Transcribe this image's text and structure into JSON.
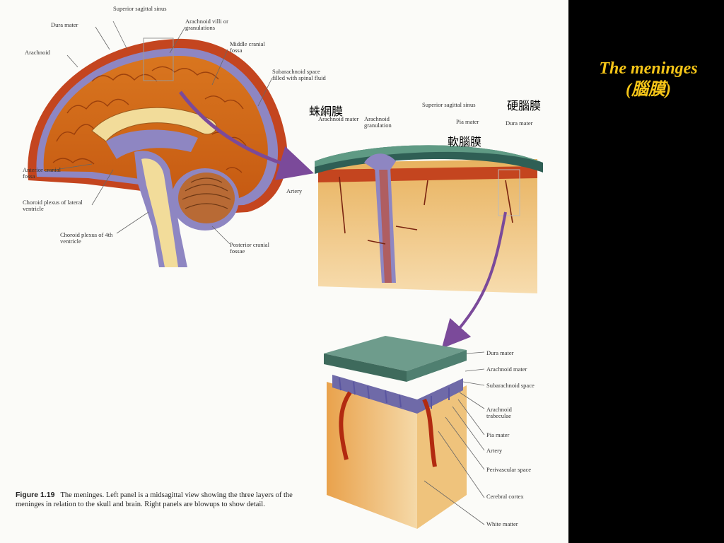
{
  "slide": {
    "title": "The meninges",
    "subtitle": "(腦膜)",
    "title_color": "#f5c518",
    "background": "#000000"
  },
  "overlay_labels": {
    "arachnoid_zh": "蛛網膜",
    "dura_zh": "硬腦膜",
    "pia_zh": "軟腦膜"
  },
  "figure": {
    "caption_number": "Figure 1.19",
    "caption_text": "The meninges. Left panel is a midsagittal view showing the three layers of the meninges in relation to the skull and brain. Right panels are blowups to show detail.",
    "left_panel": {
      "superior_sagittal_sinus": "Superior sagittal sinus",
      "dura_mater": "Dura mater",
      "arachnoid_villi": "Arachnoid villi or granulations",
      "arachnoid": "Arachnoid",
      "middle_cranial_fossa": "Middle cranial fossa",
      "subarachnoid_space": "Subarachnoid space filled with spinal fluid",
      "anterior_cranial_fossa": "Anterior cranial fossa",
      "choroid_plexus_lateral": "Choroid plexus of lateral ventricle",
      "choroid_plexus_4th": "Choroid plexus of 4th ventricle",
      "posterior_cranial_fossae": "Posterior cranial fossae"
    },
    "upper_right_panel": {
      "arachnoid_mater": "Arachnoid mater",
      "arachnoid_granulation": "Arachnoid granulation",
      "superior_sagittal_sinus": "Superior sagittal sinus",
      "pia_mater": "Pia mater",
      "dura_mater": "Dura mater",
      "artery": "Artery"
    },
    "lower_right_panel": {
      "dura_mater": "Dura mater",
      "arachnoid_mater": "Arachnoid mater",
      "subarachnoid_space": "Subarachnoid space",
      "arachnoid_trabeculae": "Arachnoid trabeculae",
      "pia_mater": "Pia mater",
      "artery": "Artery",
      "perivascular_space": "Perivascular space",
      "cerebral_cortex": "Cerebral cortex",
      "white_matter": "White matter"
    }
  }
}
